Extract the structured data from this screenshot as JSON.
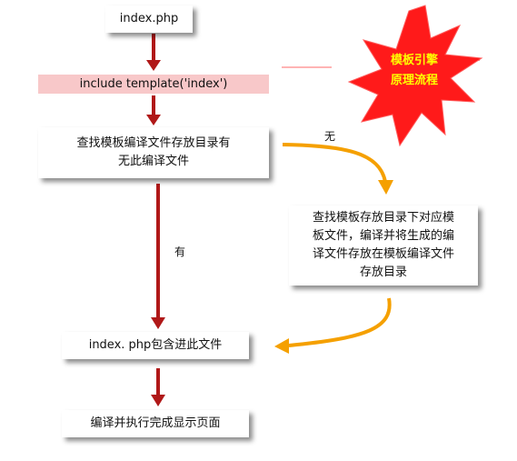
{
  "nodes": {
    "start": "index.php",
    "include": "include template('index')",
    "search_line1": "查找模板编译文件存放目录有",
    "search_line2": "无此编译文件",
    "compile_line1": "查找模板存放目录下对应模",
    "compile_line2": "板文件，编译并将生成的编",
    "compile_line3": "译文件存放在模板编译文件",
    "compile_line4": "存放目录",
    "include_php": "index. php包含进此文件",
    "finish": "编译并执行完成显示页面"
  },
  "edges": {
    "no_label": "无",
    "yes_label": "有"
  },
  "badge": {
    "line1": "模板引擎",
    "line2": "原理流程"
  },
  "colors": {
    "dark_red_arrow": "#b01818",
    "orange_arrow": "#f5a000",
    "burst_red": "#ff1a1a",
    "pink_bar": "#f8c8c9"
  }
}
